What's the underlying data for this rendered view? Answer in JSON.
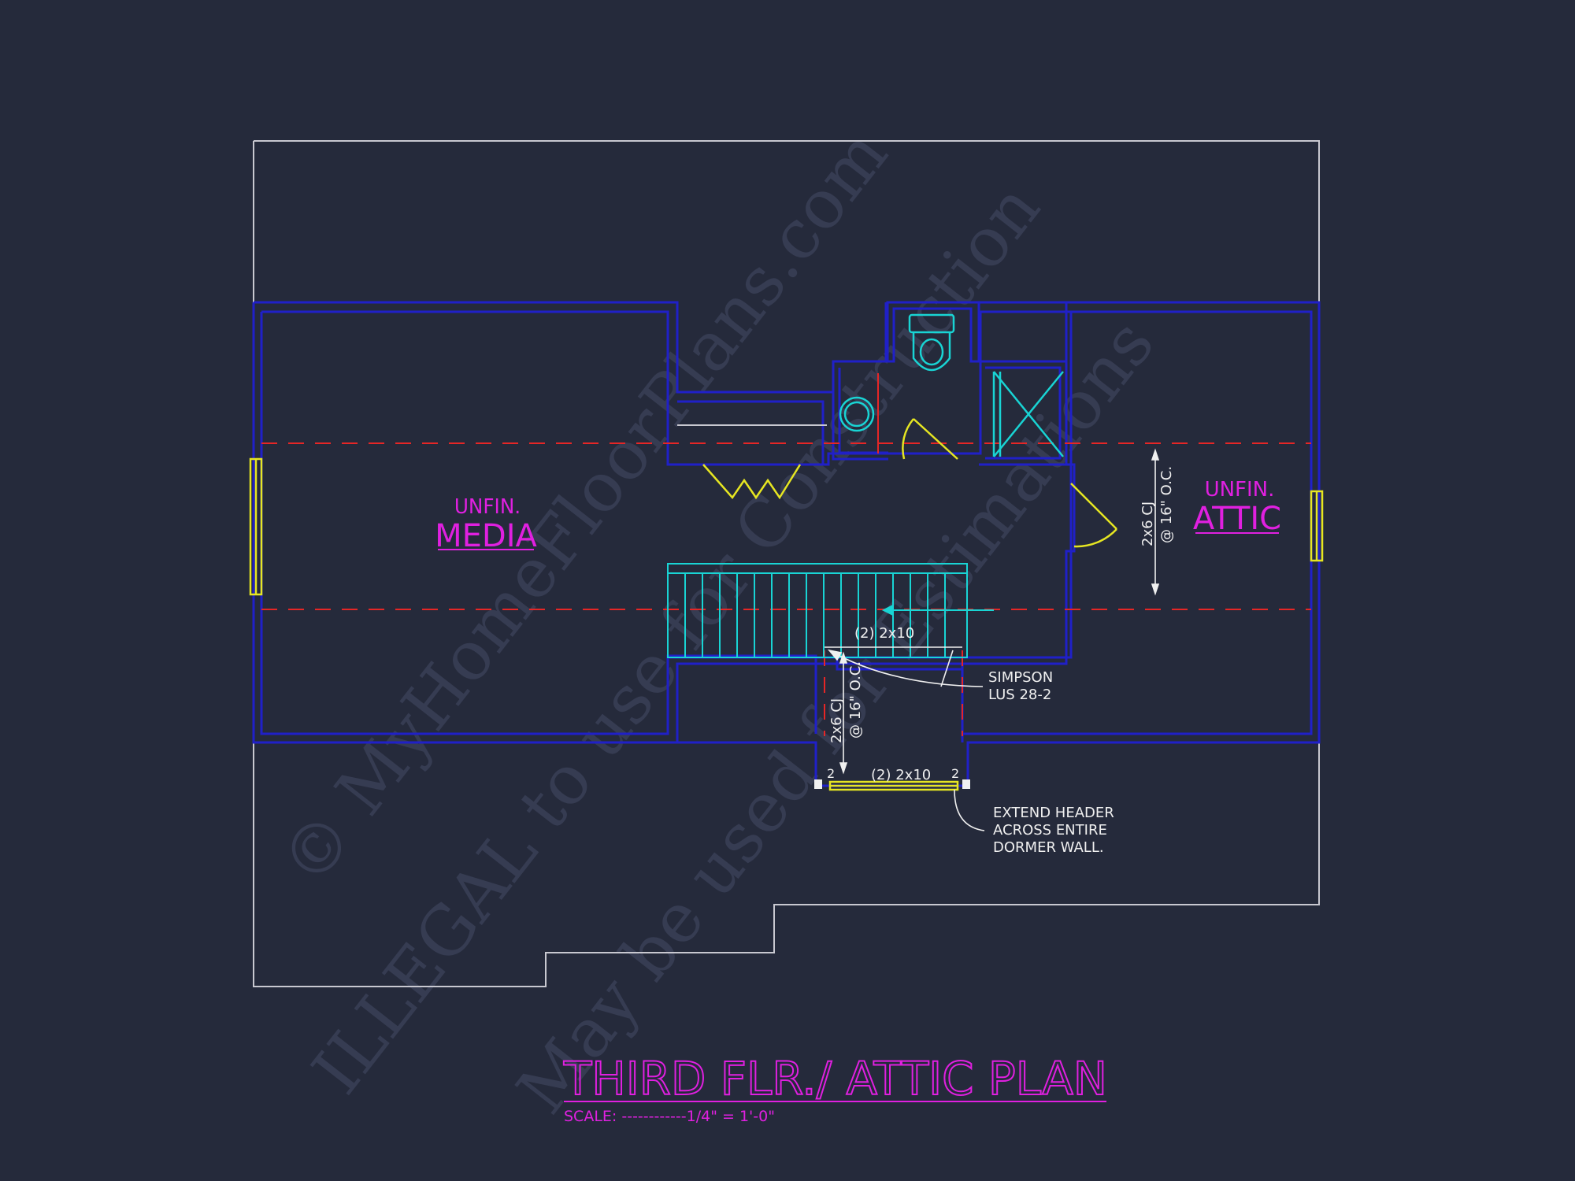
{
  "colors": {
    "background": "#252a3b",
    "roof_outline": "#c8c8d0",
    "wall": "#2020c8",
    "fixture": "#19d4d4",
    "door": "#e6e622",
    "center_line": "#e62626",
    "label": "#e020e0",
    "note": "#f0f0f0",
    "watermark": "#3a4055"
  },
  "rooms": {
    "media": {
      "line1": "UNFIN.",
      "line2": "MEDIA"
    },
    "attic": {
      "line1": "UNFIN.",
      "line2": "ATTIC"
    }
  },
  "annotations": {
    "cj_right": {
      "line1": "2x6 CJ",
      "line2": "@ 16\" O.C."
    },
    "cj_lower": {
      "line1": "2x6 CJ",
      "line2": "@ 16\" O.C."
    },
    "beam_upper": "(2) 2x10",
    "beam_lower": "(2) 2x10",
    "post_left": "2",
    "post_right": "2",
    "simpson": {
      "line1": "SIMPSON",
      "line2": "LUS 28-2"
    },
    "header_note": {
      "line1": "EXTEND HEADER",
      "line2": "ACROSS ENTIRE",
      "line3": "DORMER WALL."
    }
  },
  "title": {
    "main": "THIRD FLR./ ATTIC PLAN",
    "scale": "SCALE: ------------1/4\" = 1'-0\""
  },
  "watermark": {
    "line1": "© MyHomeFloorPlans.com",
    "line2": "ILLEGAL to use for Construction",
    "line3": "May be used for Estimations"
  }
}
